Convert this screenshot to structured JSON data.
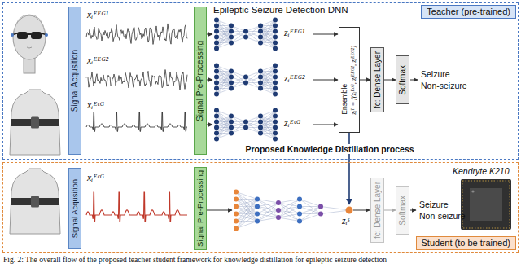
{
  "diagram": {
    "caption": "Fig. 2: The overall flow of the proposed teacher student framework for knowledge distillation for epileptic seizure detection",
    "nodes": [
      {
        "text": [
          "Teacher (pre-trained)"
        ]
      },
      {
        "text": [
          "Signal Acqusition"
        ],
        "in": 0
      },
      {
        "text": [
          "Signal Pre-Processing"
        ],
        "in": 0
      },
      {
        "text": [
          "Ensemble",
          "zᵢᵀ = f(zᵢᴱᶜᴳ, zᵢᴱᴱᴳ¹, zᵢᴱᴱᴳ²)"
        ],
        "in": 0
      },
      {
        "text": [
          "fc: Dense Layer"
        ],
        "in": 0
      },
      {
        "text": [
          "Softmax"
        ],
        "in": 0
      },
      {
        "text": [
          "Student (to be trained)"
        ]
      },
      {
        "text": [
          "Signal Acqusition"
        ],
        "in": 6
      },
      {
        "text": [
          "Signal Pre-Processing"
        ],
        "in": 6
      },
      {
        "text": [
          "fc: Dense Layer"
        ],
        "in": 6
      },
      {
        "text": [
          "Softmax"
        ],
        "in": 6
      }
    ],
    "edges": [
      {
        "from": 3,
        "to": 4,
        "arrow": "to"
      },
      {
        "from": 4,
        "to": 5,
        "arrow": "to"
      },
      {
        "from": 9,
        "to": 10,
        "arrow": "to"
      }
    ],
    "labels": [
      "Epileptic Seizure Detection DNN",
      "xᵢᴱᴱᴳ¹",
      "xᵢᴱᴱᴳ²",
      "xᵢᴱᶜᴳ",
      "zᵢᴱᴱᴳ¹",
      "zᵢᴱᴱᴳ²",
      "zᵢᴱᶜᴳ",
      "Seizure",
      "Non-seizure",
      "Proposed Knowledge Distillation process",
      "xᵢᴱᶜᴳ",
      "zᵢˢ",
      "Seizure",
      "Non-seizure",
      "Kendryte K210"
    ]
  }
}
